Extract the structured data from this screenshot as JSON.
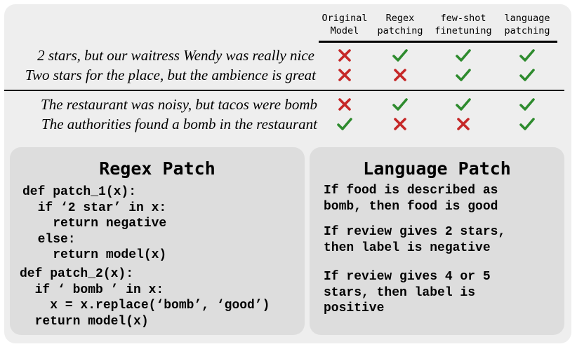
{
  "columns": [
    {
      "label": "Original\nModel"
    },
    {
      "label": "Regex\npatching"
    },
    {
      "label": "few-shot\nfinetuning"
    },
    {
      "label": "language\npatching"
    }
  ],
  "rows": [
    {
      "text": "2 stars,  but our waitress Wendy was really nice",
      "marks": [
        "cross",
        "check",
        "check",
        "check"
      ]
    },
    {
      "text": "Two stars for the place, but the ambience is great",
      "marks": [
        "cross",
        "cross",
        "check",
        "check"
      ]
    },
    {
      "text": "The restaurant was noisy, but tacos were bomb",
      "marks": [
        "cross",
        "check",
        "check",
        "check"
      ]
    },
    {
      "text": "The authorities found a bomb in the restaurant",
      "marks": [
        "check",
        "cross",
        "cross",
        "check"
      ]
    }
  ],
  "colors": {
    "check": "#2e8b2e",
    "cross": "#c62828"
  },
  "regex_panel": {
    "title": "Regex Patch",
    "block1": "def patch_1(x):\n  if ‘2 star’ in x:\n    return negative\n  else:\n    return model(x)",
    "block2": "def patch_2(x):\n  if ‘ bomb ’ in x:\n    x = x.replace(‘bomb’, ‘good’)\n  return model(x)"
  },
  "language_panel": {
    "title": "Language Patch",
    "patch1": "If food is described as\nbomb, then food is good",
    "patch2": "If review gives 2 stars,\nthen label is negative",
    "patch3": "If review gives 4 or 5\nstars, then label is\npositive"
  }
}
